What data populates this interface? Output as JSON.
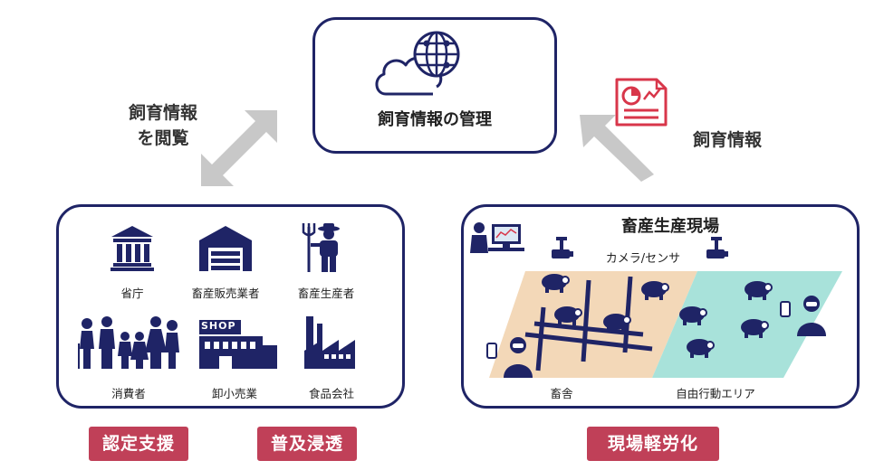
{
  "center": {
    "title": "飼育情報の管理"
  },
  "left_annotation": {
    "line1": "飼育情報",
    "line2": "を閲覧"
  },
  "right_annotation": {
    "label": "飼育情報"
  },
  "stakeholders": [
    {
      "label": "省庁",
      "icon": "government-building-icon"
    },
    {
      "label": "畜産販売業者",
      "icon": "warehouse-icon"
    },
    {
      "label": "畜産生産者",
      "icon": "farmer-icon"
    },
    {
      "label": "消費者",
      "icon": "family-icon"
    },
    {
      "label": "卸小売業",
      "icon": "shop-icon"
    },
    {
      "label": "食品会社",
      "icon": "factory-icon"
    }
  ],
  "shop_sign": "SHOP",
  "farm": {
    "title": "畜産生産現場",
    "sensor_label": "カメラ/センサ",
    "barn_label": "畜舎",
    "free_area_label": "自由行動エリア"
  },
  "badges": [
    {
      "label": "認定支援"
    },
    {
      "label": "普及浸透"
    },
    {
      "label": "現場軽労化"
    }
  ],
  "colors": {
    "navy": "#1f2466",
    "badge": "#c04058",
    "barn": "#f3d8b8",
    "free_area": "#a8e2da",
    "arrow": "#c8c8c8",
    "doc_icon": "#d8364a"
  }
}
